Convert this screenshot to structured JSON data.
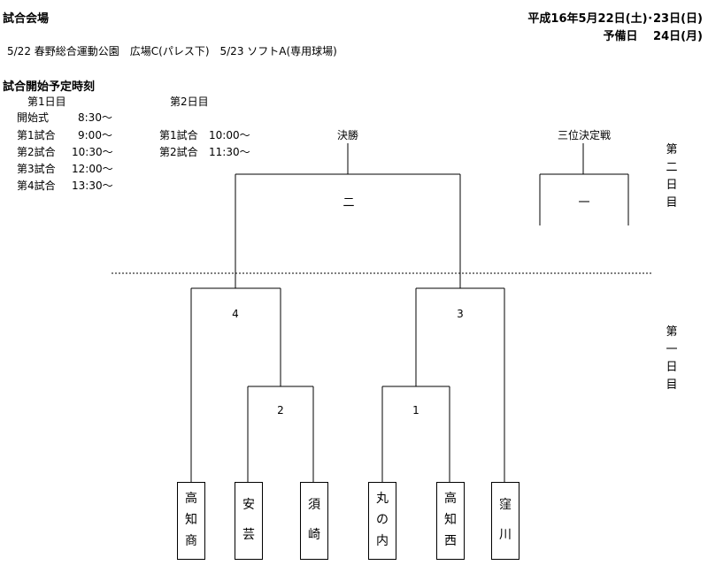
{
  "header": {
    "title": "試合会場",
    "dates": "平成16年5月22日(土)･23日(日)",
    "reserve": "予備日　 24日(月)",
    "venue": "5/22 春野総合運動公園　広場C(パレス下)　5/23 ソフトA(専用球場)"
  },
  "schedule": {
    "title": "試合開始予定時刻",
    "day1": {
      "label": "第1日目",
      "rows": [
        {
          "name": "開始式",
          "time": "8:30～"
        },
        {
          "name": "第1試合",
          "time": "9:00～"
        },
        {
          "name": "第2試合",
          "time": "10:30～"
        },
        {
          "name": "第3試合",
          "time": "12:00～"
        },
        {
          "name": "第4試合",
          "time": "13:30～"
        }
      ]
    },
    "day2": {
      "label": "第2日目",
      "rows": [
        {
          "name": "第1試合",
          "time": "10:00～"
        },
        {
          "name": "第2試合",
          "time": "11:30～"
        }
      ]
    }
  },
  "bracket": {
    "final_label": "決勝",
    "third_label": "三位決定戦",
    "final_game": "二",
    "third_game": "一",
    "games": [
      "4",
      "3",
      "2",
      "1"
    ],
    "day2_side": [
      "第",
      "二",
      "日",
      "目"
    ],
    "day1_side": [
      "第",
      "一",
      "日",
      "目"
    ]
  },
  "teams": [
    {
      "chars": [
        "高",
        "知",
        "商"
      ]
    },
    {
      "chars": [
        "安",
        "芸"
      ]
    },
    {
      "chars": [
        "須",
        "崎"
      ]
    },
    {
      "chars": [
        "丸",
        "の",
        "内"
      ]
    },
    {
      "chars": [
        "高",
        "知",
        "西"
      ]
    },
    {
      "chars": [
        "窪",
        "川"
      ]
    }
  ]
}
